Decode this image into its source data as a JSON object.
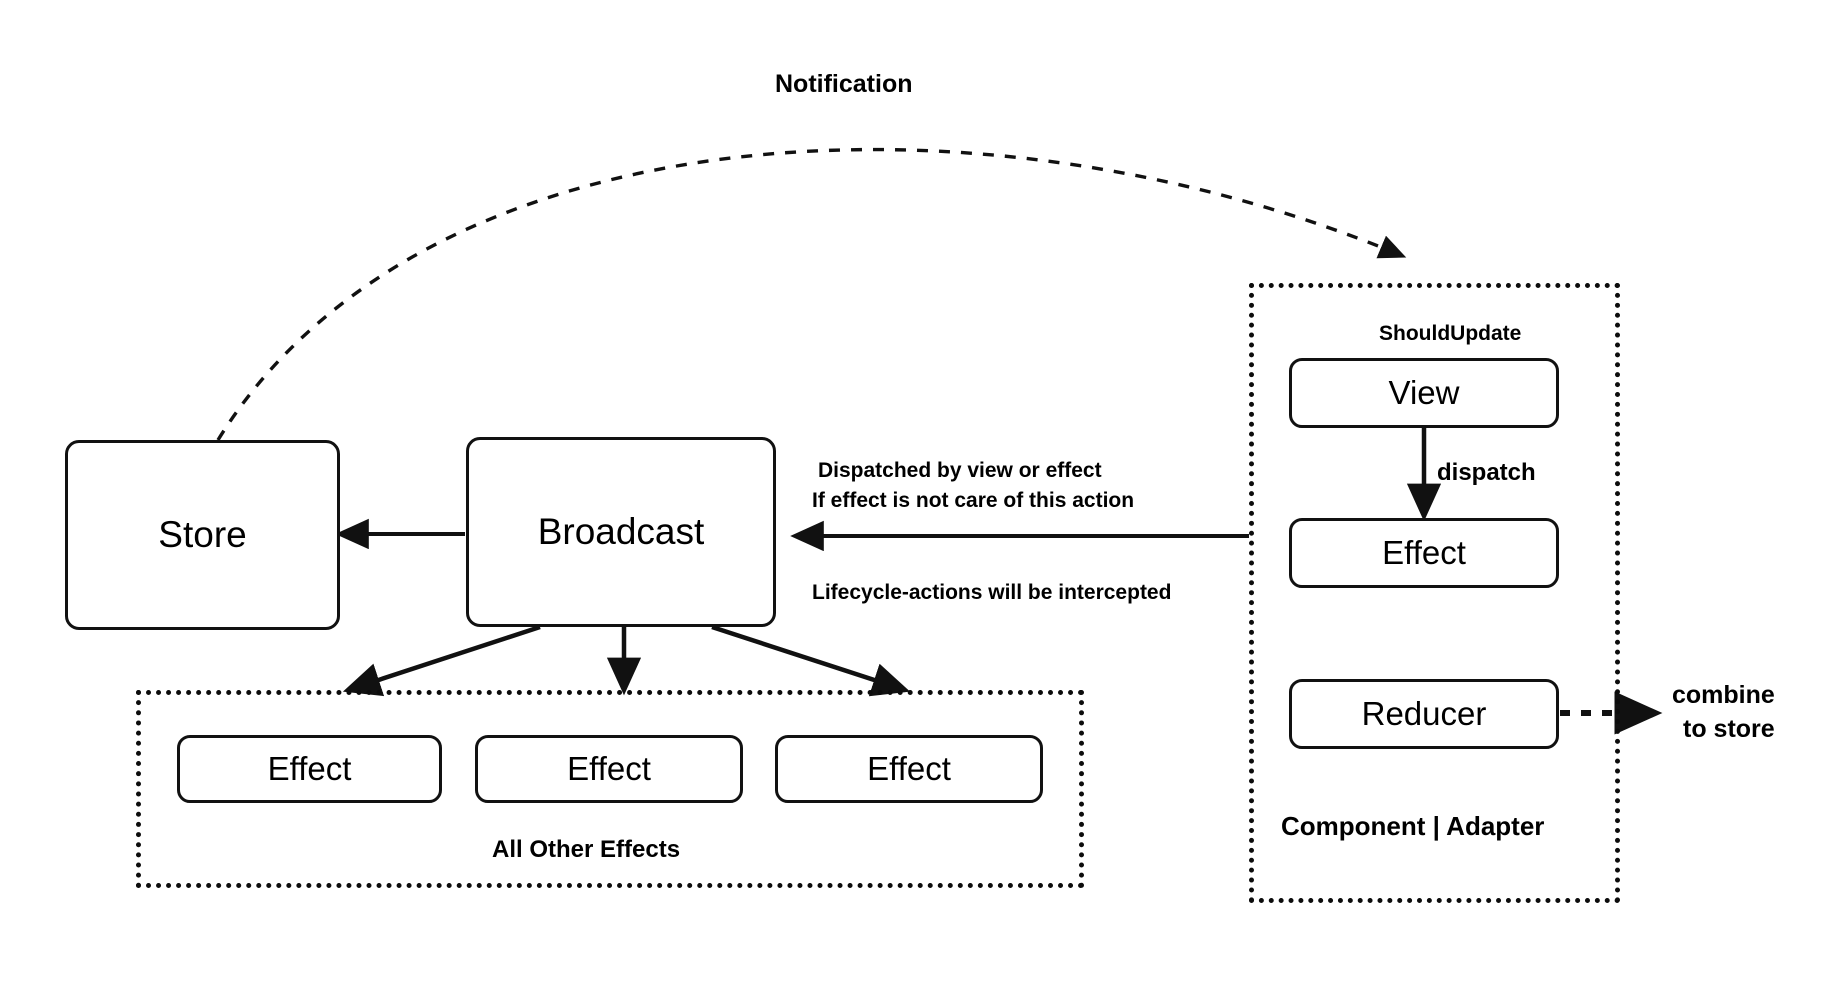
{
  "diagram": {
    "title": "Redux-style unidirectional data flow diagram",
    "background": "#ffffff",
    "ink": "#111111"
  },
  "labels": {
    "notification": "Notification",
    "should_update": "ShouldUpdate",
    "dispatch": "dispatch",
    "dispatched_line1": "Dispatched by view or effect",
    "dispatched_line2": "If effect is not care of this action",
    "intercepted": "Lifecycle-actions will be intercepted",
    "all_other_effects": "All Other Effects",
    "component_adapter": "Component | Adapter",
    "combine_line1": "combine",
    "combine_line2": "to store"
  },
  "nodes": {
    "store": {
      "label": "Store"
    },
    "broadcast": {
      "label": "Broadcast"
    },
    "view": {
      "label": "View"
    },
    "effect_right": {
      "label": "Effect"
    },
    "reducer": {
      "label": "Reducer"
    },
    "other_effects": [
      {
        "label": "Effect"
      },
      {
        "label": "Effect"
      },
      {
        "label": "Effect"
      }
    ]
  },
  "panels": {
    "all_other_effects_panel": {
      "caption": "All Other Effects"
    },
    "component_adapter_panel": {
      "caption": "Component | Adapter"
    }
  },
  "connectors": [
    {
      "name": "notification-arc",
      "style": "dashed",
      "from": "store",
      "to": "component-adapter-panel",
      "label": "Notification"
    },
    {
      "name": "broadcast-to-store",
      "style": "solid",
      "from": "broadcast",
      "to": "store",
      "label": ""
    },
    {
      "name": "effect-to-broadcast",
      "style": "solid",
      "from": "effect_right",
      "to": "broadcast",
      "label": "Dispatched by view or effect / If effect is not care of this action"
    },
    {
      "name": "broadcast-to-effect-1",
      "style": "solid",
      "from": "broadcast",
      "to": "effect_1",
      "label": ""
    },
    {
      "name": "broadcast-to-effect-2",
      "style": "solid",
      "from": "broadcast",
      "to": "effect_2",
      "label": ""
    },
    {
      "name": "broadcast-to-effect-3",
      "style": "solid",
      "from": "broadcast",
      "to": "effect_3",
      "label": ""
    },
    {
      "name": "view-to-effect",
      "style": "solid",
      "from": "view",
      "to": "effect_right",
      "label": "dispatch"
    },
    {
      "name": "reducer-to-store",
      "style": "dotted",
      "from": "reducer",
      "to": "store",
      "label": "combine to store"
    }
  ]
}
